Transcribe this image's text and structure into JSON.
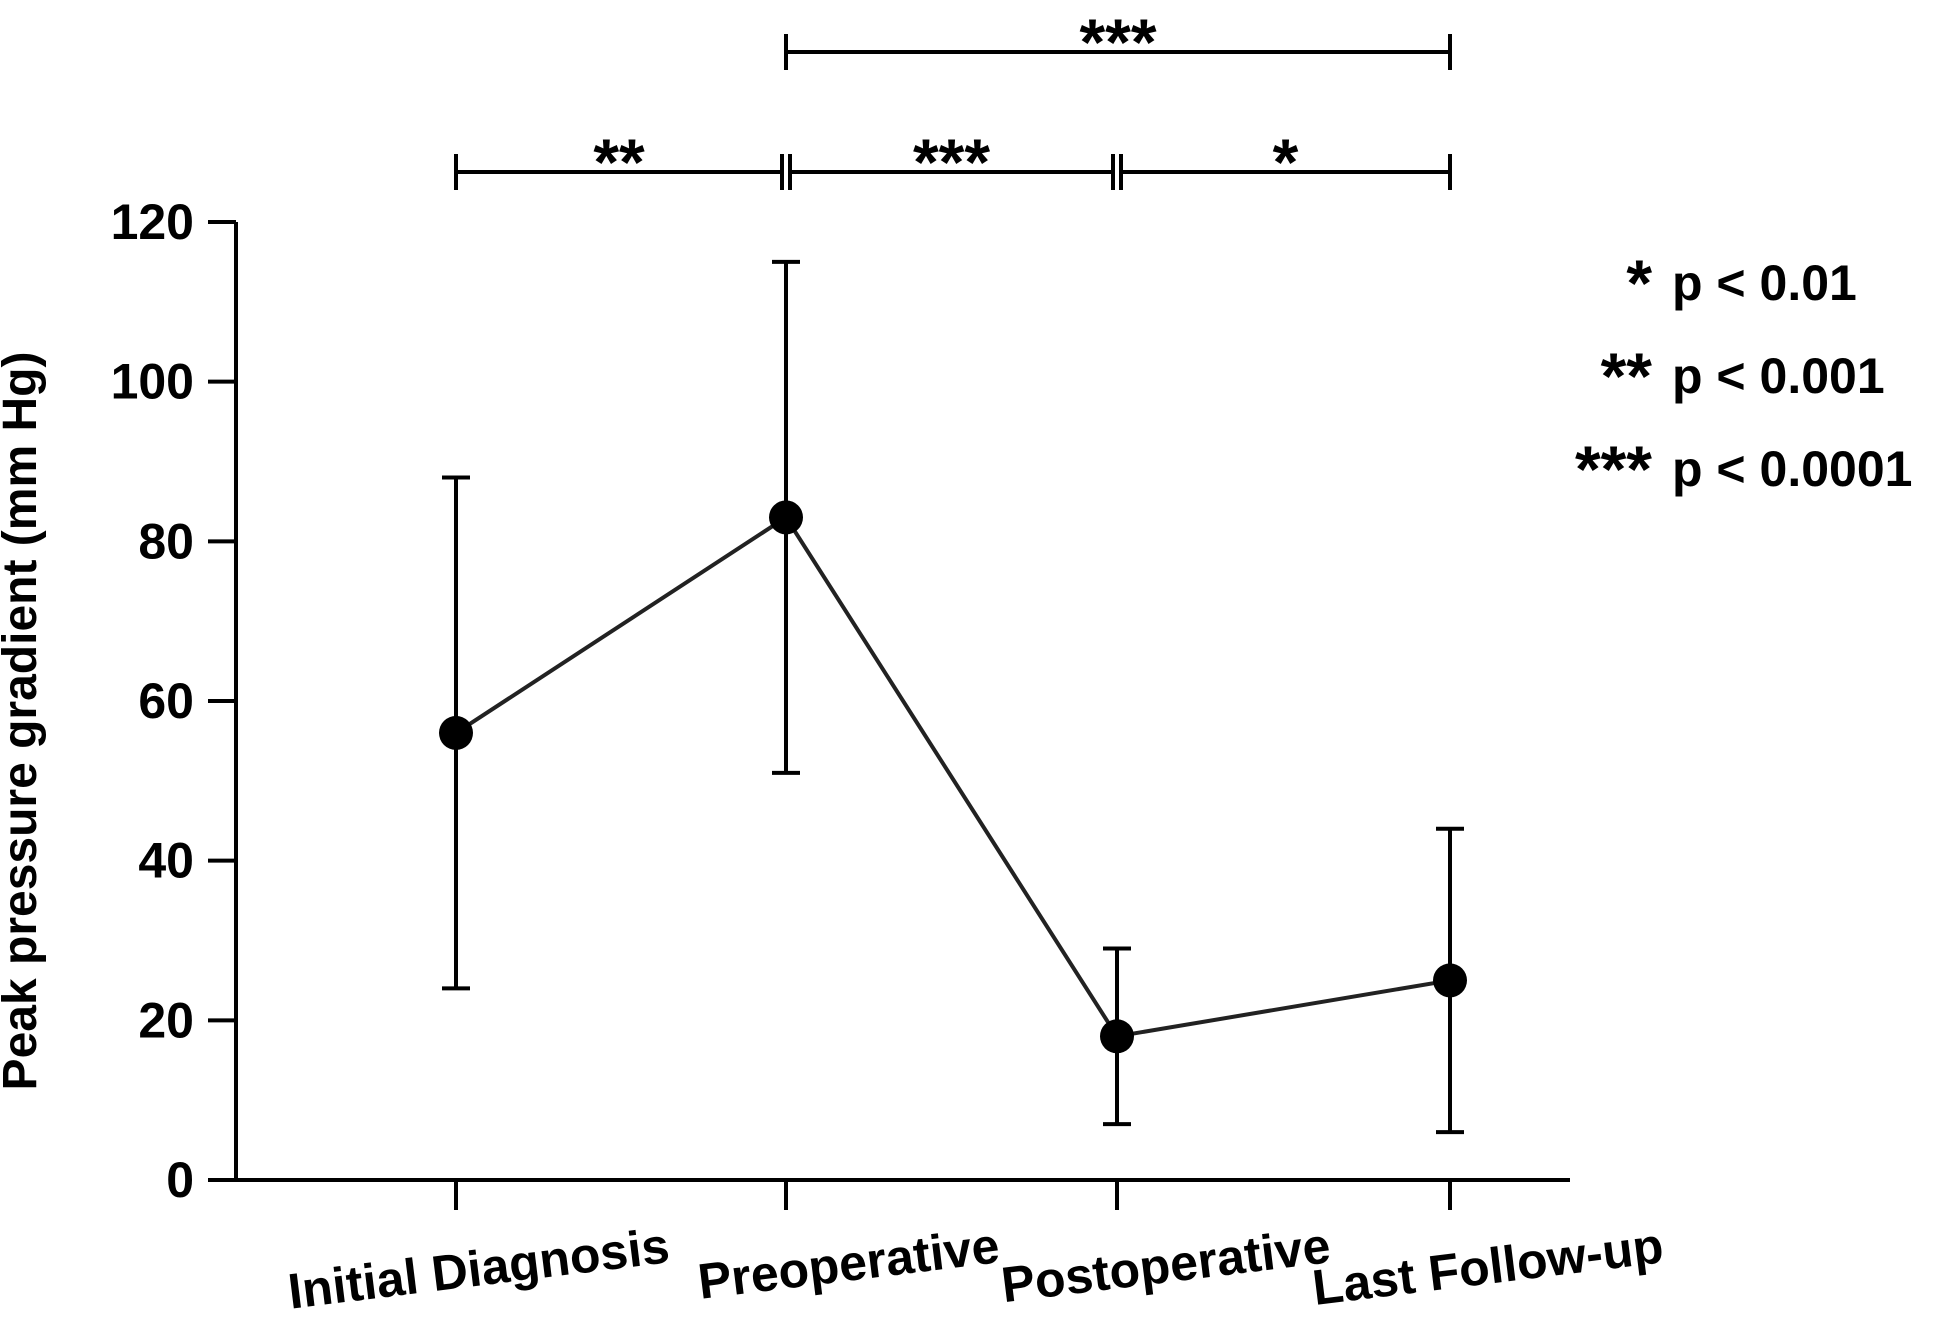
{
  "chart_data": {
    "type": "line",
    "title": "",
    "xlabel": "",
    "ylabel": "Peak pressure gradient (mm Hg)",
    "ylim": [
      0,
      120
    ],
    "yticks": [
      0,
      20,
      40,
      60,
      80,
      100,
      120
    ],
    "categories": [
      "Initial Diagnosis",
      "Preoperative",
      "Postoperative",
      "Last Follow-up"
    ],
    "series": [
      {
        "values": [
          56,
          83,
          18,
          25
        ],
        "error_low": [
          24,
          51,
          7,
          6
        ],
        "error_high": [
          88,
          115,
          29,
          44
        ]
      }
    ],
    "grid": false,
    "line_color": "#222222",
    "marker_color": "#000000",
    "significance": [
      {
        "from": 0,
        "to": 1,
        "label": "**",
        "level": 1
      },
      {
        "from": 1,
        "to": 2,
        "label": "***",
        "level": 1
      },
      {
        "from": 2,
        "to": 3,
        "label": "*",
        "level": 1
      },
      {
        "from": 1,
        "to": 3,
        "label": "***",
        "level": 2
      }
    ],
    "legend": {
      "placement": "top-right",
      "entries": [
        {
          "symbol": "*",
          "text": "p < 0.01"
        },
        {
          "symbol": "**",
          "text": "p < 0.001"
        },
        {
          "symbol": "***",
          "text": "p < 0.0001"
        }
      ]
    }
  }
}
